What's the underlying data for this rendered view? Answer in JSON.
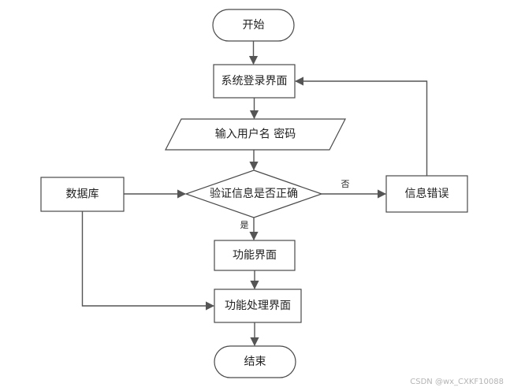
{
  "flowchart": {
    "start_label": "开始",
    "login_screen_label": "系统登录界面",
    "input_label": "输入用户名 密码",
    "database_label": "数据库",
    "verify_label": "验证信息是否正确",
    "error_label": "信息错误",
    "function_screen_label": "功能界面",
    "function_processing_label": "功能处理界面",
    "end_label": "结束",
    "edge_no_label": "否",
    "edge_yes_label": "是"
  },
  "watermark": {
    "text": "CSDN @wx_CXKF10088"
  }
}
